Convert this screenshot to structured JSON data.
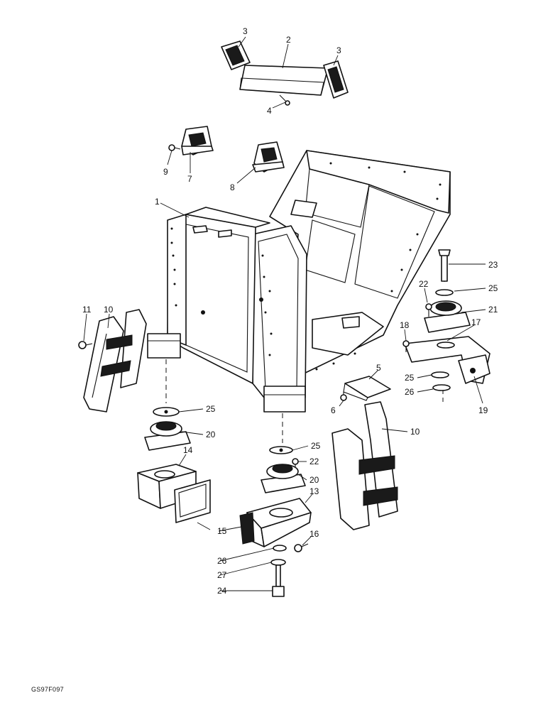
{
  "diagram": {
    "reference_code": "GS97F097",
    "callouts": [
      {
        "id": "c3a",
        "text": "3"
      },
      {
        "id": "c2",
        "text": "2"
      },
      {
        "id": "c3b",
        "text": "3"
      },
      {
        "id": "c4",
        "text": "4"
      },
      {
        "id": "c9",
        "text": "9"
      },
      {
        "id": "c7",
        "text": "7"
      },
      {
        "id": "c8",
        "text": "8"
      },
      {
        "id": "c1",
        "text": "1"
      },
      {
        "id": "c23",
        "text": "23"
      },
      {
        "id": "c22a",
        "text": "22"
      },
      {
        "id": "c25a",
        "text": "25"
      },
      {
        "id": "c21",
        "text": "21"
      },
      {
        "id": "c11",
        "text": "11"
      },
      {
        "id": "c10a",
        "text": "10"
      },
      {
        "id": "c18",
        "text": "18"
      },
      {
        "id": "c17",
        "text": "17"
      },
      {
        "id": "c5",
        "text": "5"
      },
      {
        "id": "c25b",
        "text": "25"
      },
      {
        "id": "c26a",
        "text": "26"
      },
      {
        "id": "c19",
        "text": "19"
      },
      {
        "id": "c6",
        "text": "6"
      },
      {
        "id": "c25c",
        "text": "25"
      },
      {
        "id": "c20a",
        "text": "20"
      },
      {
        "id": "c10b",
        "text": "10"
      },
      {
        "id": "c14",
        "text": "14"
      },
      {
        "id": "c25d",
        "text": "25"
      },
      {
        "id": "c22b",
        "text": "22"
      },
      {
        "id": "c20b",
        "text": "20"
      },
      {
        "id": "c13",
        "text": "13"
      },
      {
        "id": "c15",
        "text": "15"
      },
      {
        "id": "c16",
        "text": "16"
      },
      {
        "id": "c26b",
        "text": "26"
      },
      {
        "id": "c27",
        "text": "27"
      },
      {
        "id": "c24",
        "text": "24"
      }
    ]
  }
}
